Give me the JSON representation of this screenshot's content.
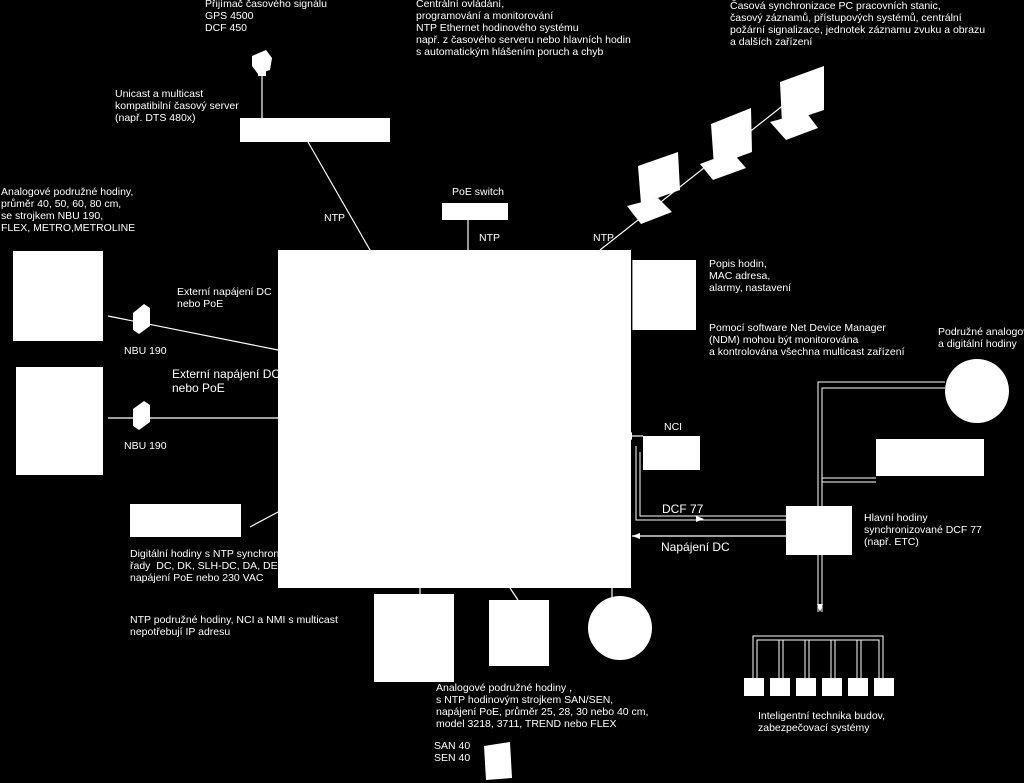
{
  "labels": {
    "receiver": "Přijímač časového signálu\nGPS 4500\nDCF 450",
    "central": "Centrální ovládání,\nprogramování a monitorování\nNTP Ethernet hodinového systému\nnapř. z časového serveru nebo hlavních hodin\ns automatickým hlášením poruch a chyb",
    "pc_sync": "Časová synchronizace PC pracovních stanic,\nčasový záznamů, přístupových systémů, centrální\npožární signalizace, jednotek záznamu zvuku a obrazu\na dalších zařízení",
    "unicast": "Unicast a multicast\nkompatibilní časový server\n(např. DTS 480x)",
    "analog_top": "Analogové podružné hodiny,\nprůměr 40, 50, 60, 80 cm,\nse strojkem NBU 190,\nFLEX, METRO,METROLINE",
    "poe_switch": "PoE switch",
    "ntp_left": "NTP",
    "ntp_mid": "NTP",
    "ntp_right": "NTP",
    "ext_power_1": "Externí napájení DC\nnebo PoE",
    "ext_power_2": "Externí napájení DC\nnebo PoE",
    "nbu_1": "NBU 190",
    "nbu_2": "NBU 190",
    "popis": "Popis hodin,\nMAC adresa,\nalarmy, nastavení",
    "ndm": "Pomocí software Net Device Manager\n(NDM) mohou být monitorována\na kontrolována všechna multicast zařízení",
    "podruzne": "Podružné analogové\na digitální hodiny",
    "nci": "NCI",
    "dcf": "DCF 77",
    "napajeni_dc": "Napájení DC",
    "hlavni": "Hlavní hodiny\nsynchronizované DCF 77\n(např. ETC)",
    "digital": "Digitální hodiny s NTP synchronizací\nřady  DC, DK, SLH-DC, DA, DE\nnapájení PoE nebo 230 VAC",
    "ntp_podruzne": "NTP podružné hodiny, NCI a NMI s multicast\nnepotřebují IP adresu",
    "analog_bottom": "Analogové podružné hodiny ,\ns NTP hodinovým strojkem SAN/SEN,\nnapájení PoE, průměr 25, 28, 30 nebo 40 cm,\nmodel 3218, 3711, TREND nebo FLEX",
    "san_sen": "SAN 40\nSEN 40",
    "inteligentni": "Inteligentní technika budov,\nzabezpečovací systémy"
  }
}
